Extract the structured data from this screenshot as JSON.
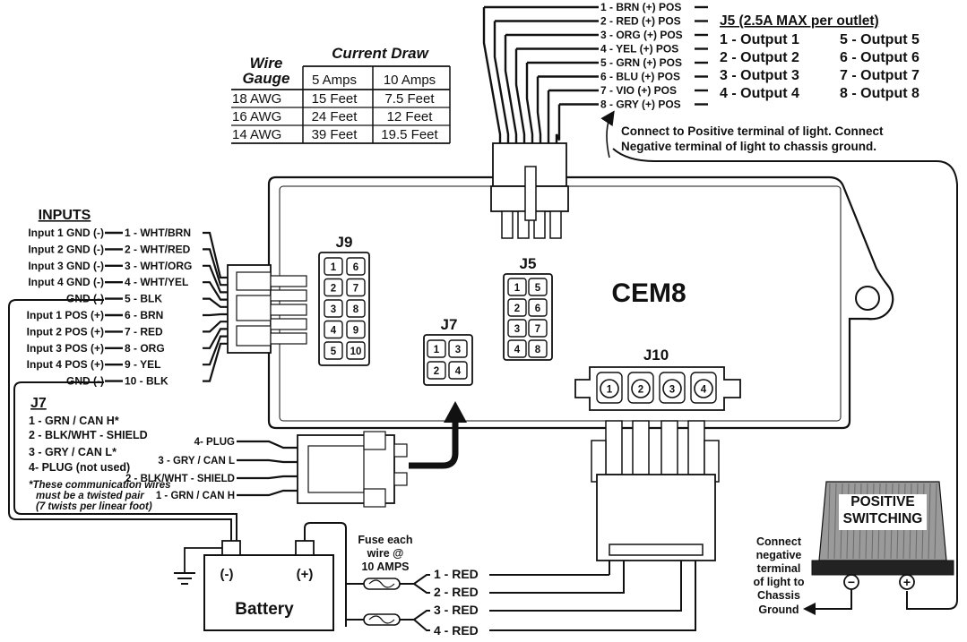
{
  "j5_outputs": {
    "title": "J5 (2.5A MAX per outlet)",
    "items": [
      "1 - Output 1",
      "2 - Output 2",
      "3 - Output 3",
      "4 - Output 4",
      "5 - Output 5",
      "6 - Output 6",
      "7 - Output 7",
      "8 - Output 8"
    ],
    "wire_labels": [
      "1 - BRN (+) POS",
      "2 - RED (+) POS",
      "3 - ORG (+) POS",
      "4 - YEL (+) POS",
      "5 - GRN (+) POS",
      "6 - BLU (+) POS",
      "7 - VIO (+) POS",
      "8 - GRY (+) POS"
    ],
    "note_line1": "Connect to Positive terminal of light. Connect",
    "note_line2": "Negative terminal of light to chassis ground."
  },
  "wire_table": {
    "header_current_draw": "Current Draw",
    "header_wire": "Wire",
    "header_gauge": "Gauge",
    "col_headers": [
      "5 Amps",
      "10 Amps"
    ],
    "rows": [
      {
        "gauge": "18 AWG",
        "a5": "15 Feet",
        "a10": "7.5 Feet"
      },
      {
        "gauge": "16 AWG",
        "a5": "24 Feet",
        "a10": "12 Feet"
      },
      {
        "gauge": "14 AWG",
        "a5": "39 Feet",
        "a10": "19.5 Feet"
      }
    ]
  },
  "inputs": {
    "title": "INPUTS",
    "left_labels": [
      "Input 1 GND (-)",
      "Input 2 GND (-)",
      "Input 3 GND (-)",
      "Input 4 GND (-)",
      "GND (-)",
      "Input 1 POS (+)",
      "Input 2 POS (+)",
      "Input 3 POS (+)",
      "Input 4 POS (+)",
      "GND (-)"
    ],
    "wire_labels": [
      "1 - WHT/BRN",
      "2 - WHT/RED",
      "3 - WHT/ORG",
      "4 - WHT/YEL",
      "5 - BLK",
      "6 - BRN",
      "7 - RED",
      "8 - ORG",
      "9 - YEL",
      "10 - BLK"
    ]
  },
  "j7_legend": {
    "title": "J7",
    "items": [
      "1 - GRN / CAN H*",
      "2 - BLK/WHT - SHIELD",
      "3 - GRY / CAN L*",
      "4- PLUG (not used)"
    ],
    "note_lines": [
      "*These communication wires",
      "must be a twisted pair",
      "(7 twists per linear foot)"
    ]
  },
  "j7_plug_labels": [
    "4- PLUG",
    "3 - GRY / CAN L",
    "2 - BLK/WHT - SHIELD",
    "1 - GRN / CAN H"
  ],
  "module": {
    "name": "CEM8",
    "j9_label": "J9",
    "j9_pins": [
      "1",
      "6",
      "2",
      "7",
      "3",
      "8",
      "4",
      "9",
      "5",
      "10"
    ],
    "j5_label": "J5",
    "j5_pins": [
      "1",
      "5",
      "2",
      "6",
      "3",
      "7",
      "4",
      "8"
    ],
    "j7_label": "J7",
    "j7_pins": [
      "1",
      "3",
      "2",
      "4"
    ],
    "j10_label": "J10",
    "j10_pins": [
      "1",
      "2",
      "3",
      "4"
    ]
  },
  "battery": {
    "label": "Battery",
    "neg": "(-)",
    "pos": "(+)"
  },
  "fuse_note": [
    "Fuse each",
    "wire @",
    "10 AMPS"
  ],
  "power_wires": [
    "1 - RED",
    "2 - RED",
    "3 - RED",
    "4 - RED"
  ],
  "light": {
    "line1": "POSITIVE",
    "line2": "SWITCHING",
    "neg_symbol": "−",
    "pos_symbol": "+"
  },
  "ground_note": [
    "Connect",
    "negative",
    "terminal",
    "of light to",
    "Chassis",
    "Ground"
  ]
}
